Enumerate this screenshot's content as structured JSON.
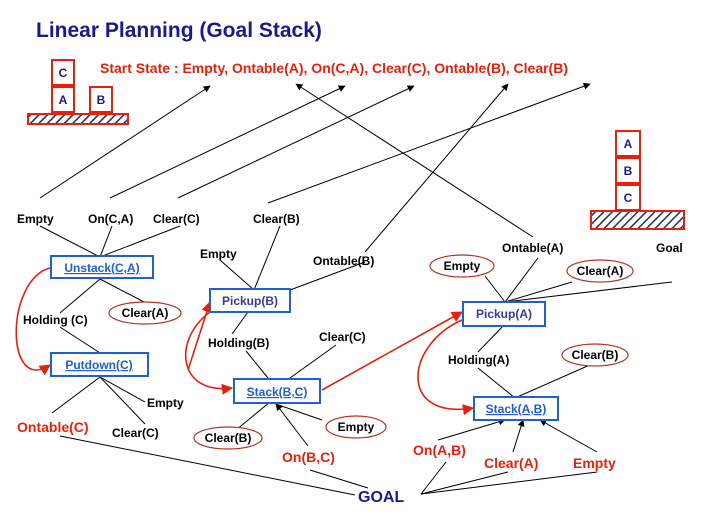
{
  "title": "Linear Planning (Goal Stack)",
  "start_state": "Start State : Empty, Ontable(A), On(C,A), Clear(C),  Ontable(B), Clear(B)",
  "blocks": {
    "start": [
      "C",
      "A",
      "B"
    ],
    "goal": [
      "A",
      "B",
      "C"
    ],
    "goal_label": "Goal"
  },
  "operators": {
    "unstack": "Unstack(C,A)",
    "putdown": "Putdown(C)",
    "pickup_b": "Pickup(B)",
    "stack_bc": "Stack(B,C)",
    "pickup_a": "Pickup(A)",
    "stack_ab": "Stack(A,B)"
  },
  "conditions": {
    "empty_1": "Empty",
    "on_ca": "On(C,A)",
    "clear_c_1": "Clear(C)",
    "clear_b_1": "Clear(B)",
    "holding_c": "Holding (C)",
    "clear_a_1": "Clear(A)",
    "empty_2": "Empty",
    "ontable_b": "Ontable(B)",
    "holding_b": "Holding(B)",
    "clear_c_2": "Clear(C)",
    "empty_3": "Empty",
    "ontable_c": "Ontable(C)",
    "clear_c_3": "Clear(C)",
    "clear_b_2": "Clear(B)",
    "empty_4": "Empty",
    "on_bc": "On(B,C)",
    "ontable_a": "Ontable(A)",
    "empty_5": "Empty",
    "clear_a_2": "Clear(A)",
    "holding_a": "Holding(A)",
    "clear_b_3": "Clear(B)",
    "on_ab": "On(A,B)",
    "clear_a_3": "Clear(A)",
    "empty_6": "Empty"
  },
  "goal": "GOAL",
  "colors": {
    "title": "#1a1a8c",
    "operator_border": "#1f5fcf",
    "operator_text": "#1f5fcf",
    "accent_red": "#e8200a",
    "ellipse": "#b5341f",
    "pickup_text": "#3a3a9a"
  }
}
